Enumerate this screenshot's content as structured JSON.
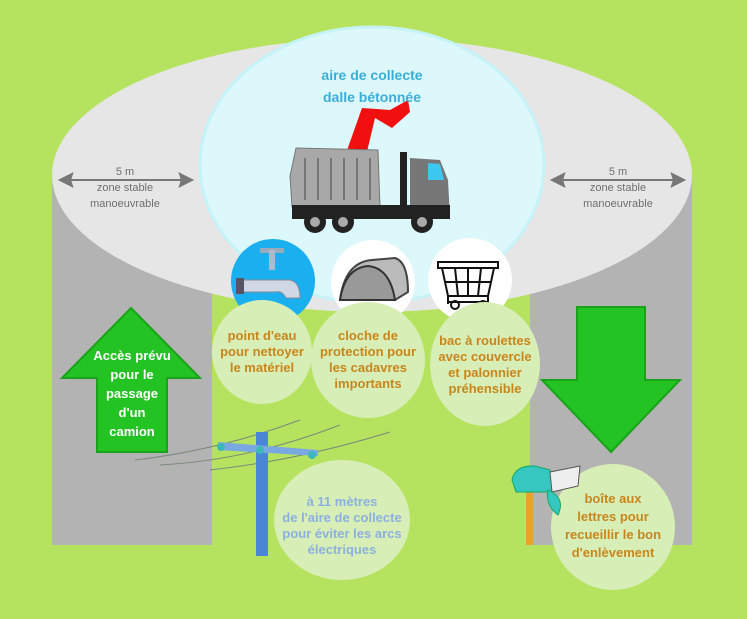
{
  "zone": {
    "title_line1": "aire de collecte",
    "title_line2": "dalle bétonnée"
  },
  "left_zone": {
    "distance": "5 m",
    "line1": "zone stable",
    "line2": "manoeuvrable"
  },
  "right_zone": {
    "distance": "5 m",
    "line1": "zone stable",
    "line2": "manoeuvrable"
  },
  "equipment": [
    {
      "icon": "water-tap-icon",
      "lines": [
        "point d'eau",
        "pour nettoyer",
        "le matériel"
      ]
    },
    {
      "icon": "cloche-icon",
      "lines": [
        "cloche de",
        "protection pour",
        "les cadavres",
        "importants"
      ]
    },
    {
      "icon": "cart-icon",
      "lines": [
        "bac à roulettes",
        "avec couvercle",
        "et palonnier",
        "préhensible"
      ]
    }
  ],
  "access_arrow": {
    "lines": [
      "Accès prévu",
      "pour le",
      "passage",
      "d'un",
      "camion"
    ]
  },
  "pole_note": {
    "lines": [
      "à 11 mètres",
      "de l'aire de collecte",
      "pour éviter les arcs",
      "électriques"
    ]
  },
  "mailbox_note": {
    "lines": [
      "boîte aux",
      "lettres pour",
      "recueillir le bon",
      "d'enlèvement"
    ]
  },
  "colors": {
    "background": "#b5e35f",
    "arrow": "#22c322",
    "label": "#c8861c",
    "title": "#3aaed8"
  }
}
